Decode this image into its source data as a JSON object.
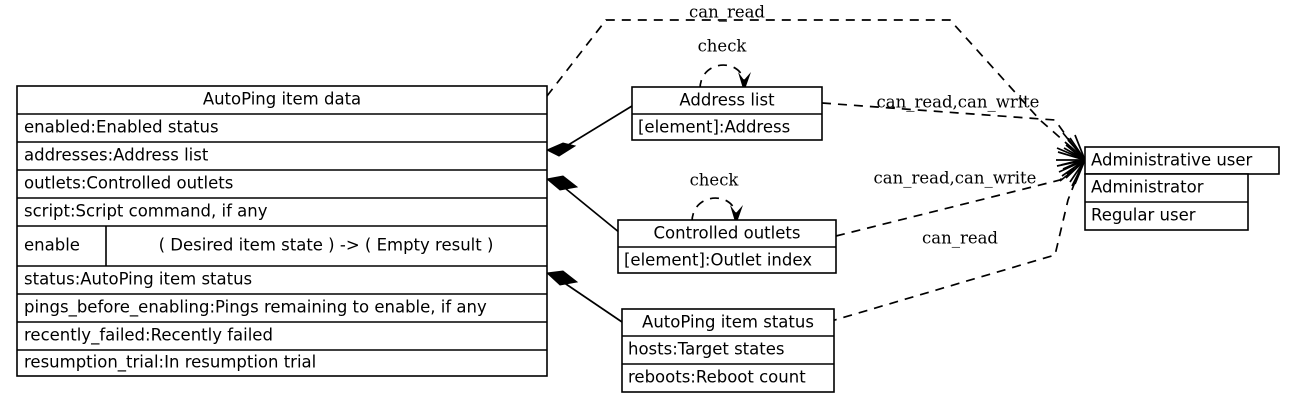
{
  "diagram": {
    "title": "AutoPing item data class relationships",
    "background_color": "#ffffff",
    "line_color": "#000000"
  },
  "classes": {
    "autoping_item_data": {
      "header": "AutoPing item data",
      "attributes": [
        "enabled:Enabled status",
        "addresses:Address list",
        "outlets:Controlled outlets",
        "script:Script command, if any"
      ],
      "method": {
        "name": "enable",
        "signature": "(  Desired item state  )   -> (  Empty result  )"
      },
      "attributes_after": [
        "status:AutoPing item status",
        "pings_before_enabling:Pings remaining to enable, if any",
        "recently_failed:Recently failed",
        "resumption_trial:In resumption trial"
      ]
    },
    "address_list": {
      "header": "Address list",
      "rows": [
        "[element]:Address"
      ]
    },
    "controlled_outlets": {
      "header": "Controlled outlets",
      "rows": [
        "[element]:Outlet index"
      ]
    },
    "autoping_item_status": {
      "header": "AutoPing item status",
      "rows": [
        "hosts:Target states",
        "reboots:Reboot count"
      ]
    },
    "administrative_user": {
      "header": "Administrative user",
      "rows": [
        "Administrator",
        "Regular user"
      ]
    }
  },
  "edge_labels": {
    "can_read_top": "can_read",
    "check_address_list": "check",
    "check_controlled_outlets": "check",
    "can_read_can_write_address": "can_read,can_write",
    "can_read_can_write_outlets": "can_read,can_write",
    "can_read_status": "can_read"
  }
}
